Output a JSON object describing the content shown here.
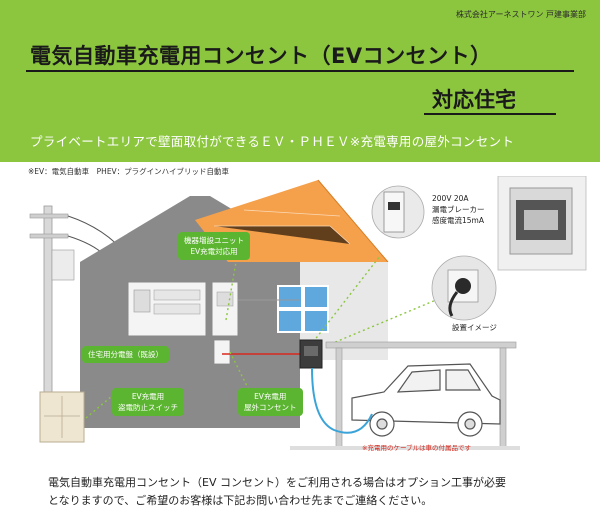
{
  "header": {
    "company": "株式会社アーネストワン 戸建事業部",
    "title": "電気自動車充電用コンセント（EVコンセント）",
    "subtitle": "対応住宅",
    "tagline": "プライベートエリアで壁面取付ができるＥＶ・ＰＨＥＶ※充電専用の屋外コンセント"
  },
  "footnote": "※EV：電気自動車　PHEV：プラグインハイブリッド自動車",
  "diagram": {
    "unit_label_line1": "機器増設ユニット",
    "unit_label_line2": "EV充電対応用",
    "panel_label": "住宅用分電盤（既設）",
    "switch_label_line1": "EV充電用",
    "switch_label_line2": "盗電防止スイッチ",
    "outlet_label_line1": "EV充電用",
    "outlet_label_line2": "屋外コンセント",
    "breaker_spec_line1": "200V 20A",
    "breaker_spec_line2": "漏電ブレーカー",
    "breaker_spec_line3": "感度電流15mA",
    "setup_image_label": "設置イメージ",
    "cable_note": "※充電用のケーブルは車の付属品です"
  },
  "body_text": {
    "line1": "電気自動車充電用コンセント（EV コンセント）をご利用される場合はオプション工事が必要",
    "line2": "となりますので、ご希望のお客様は下記お問い合わせ先までご連絡ください。"
  },
  "colors": {
    "header_green": "#8cc63f",
    "label_green": "#5cb531",
    "roof_orange": "#f5a04a",
    "house_gray": "#8a8a8a",
    "wire_red": "#d8281e",
    "cable_blue": "#3aa3d8"
  }
}
